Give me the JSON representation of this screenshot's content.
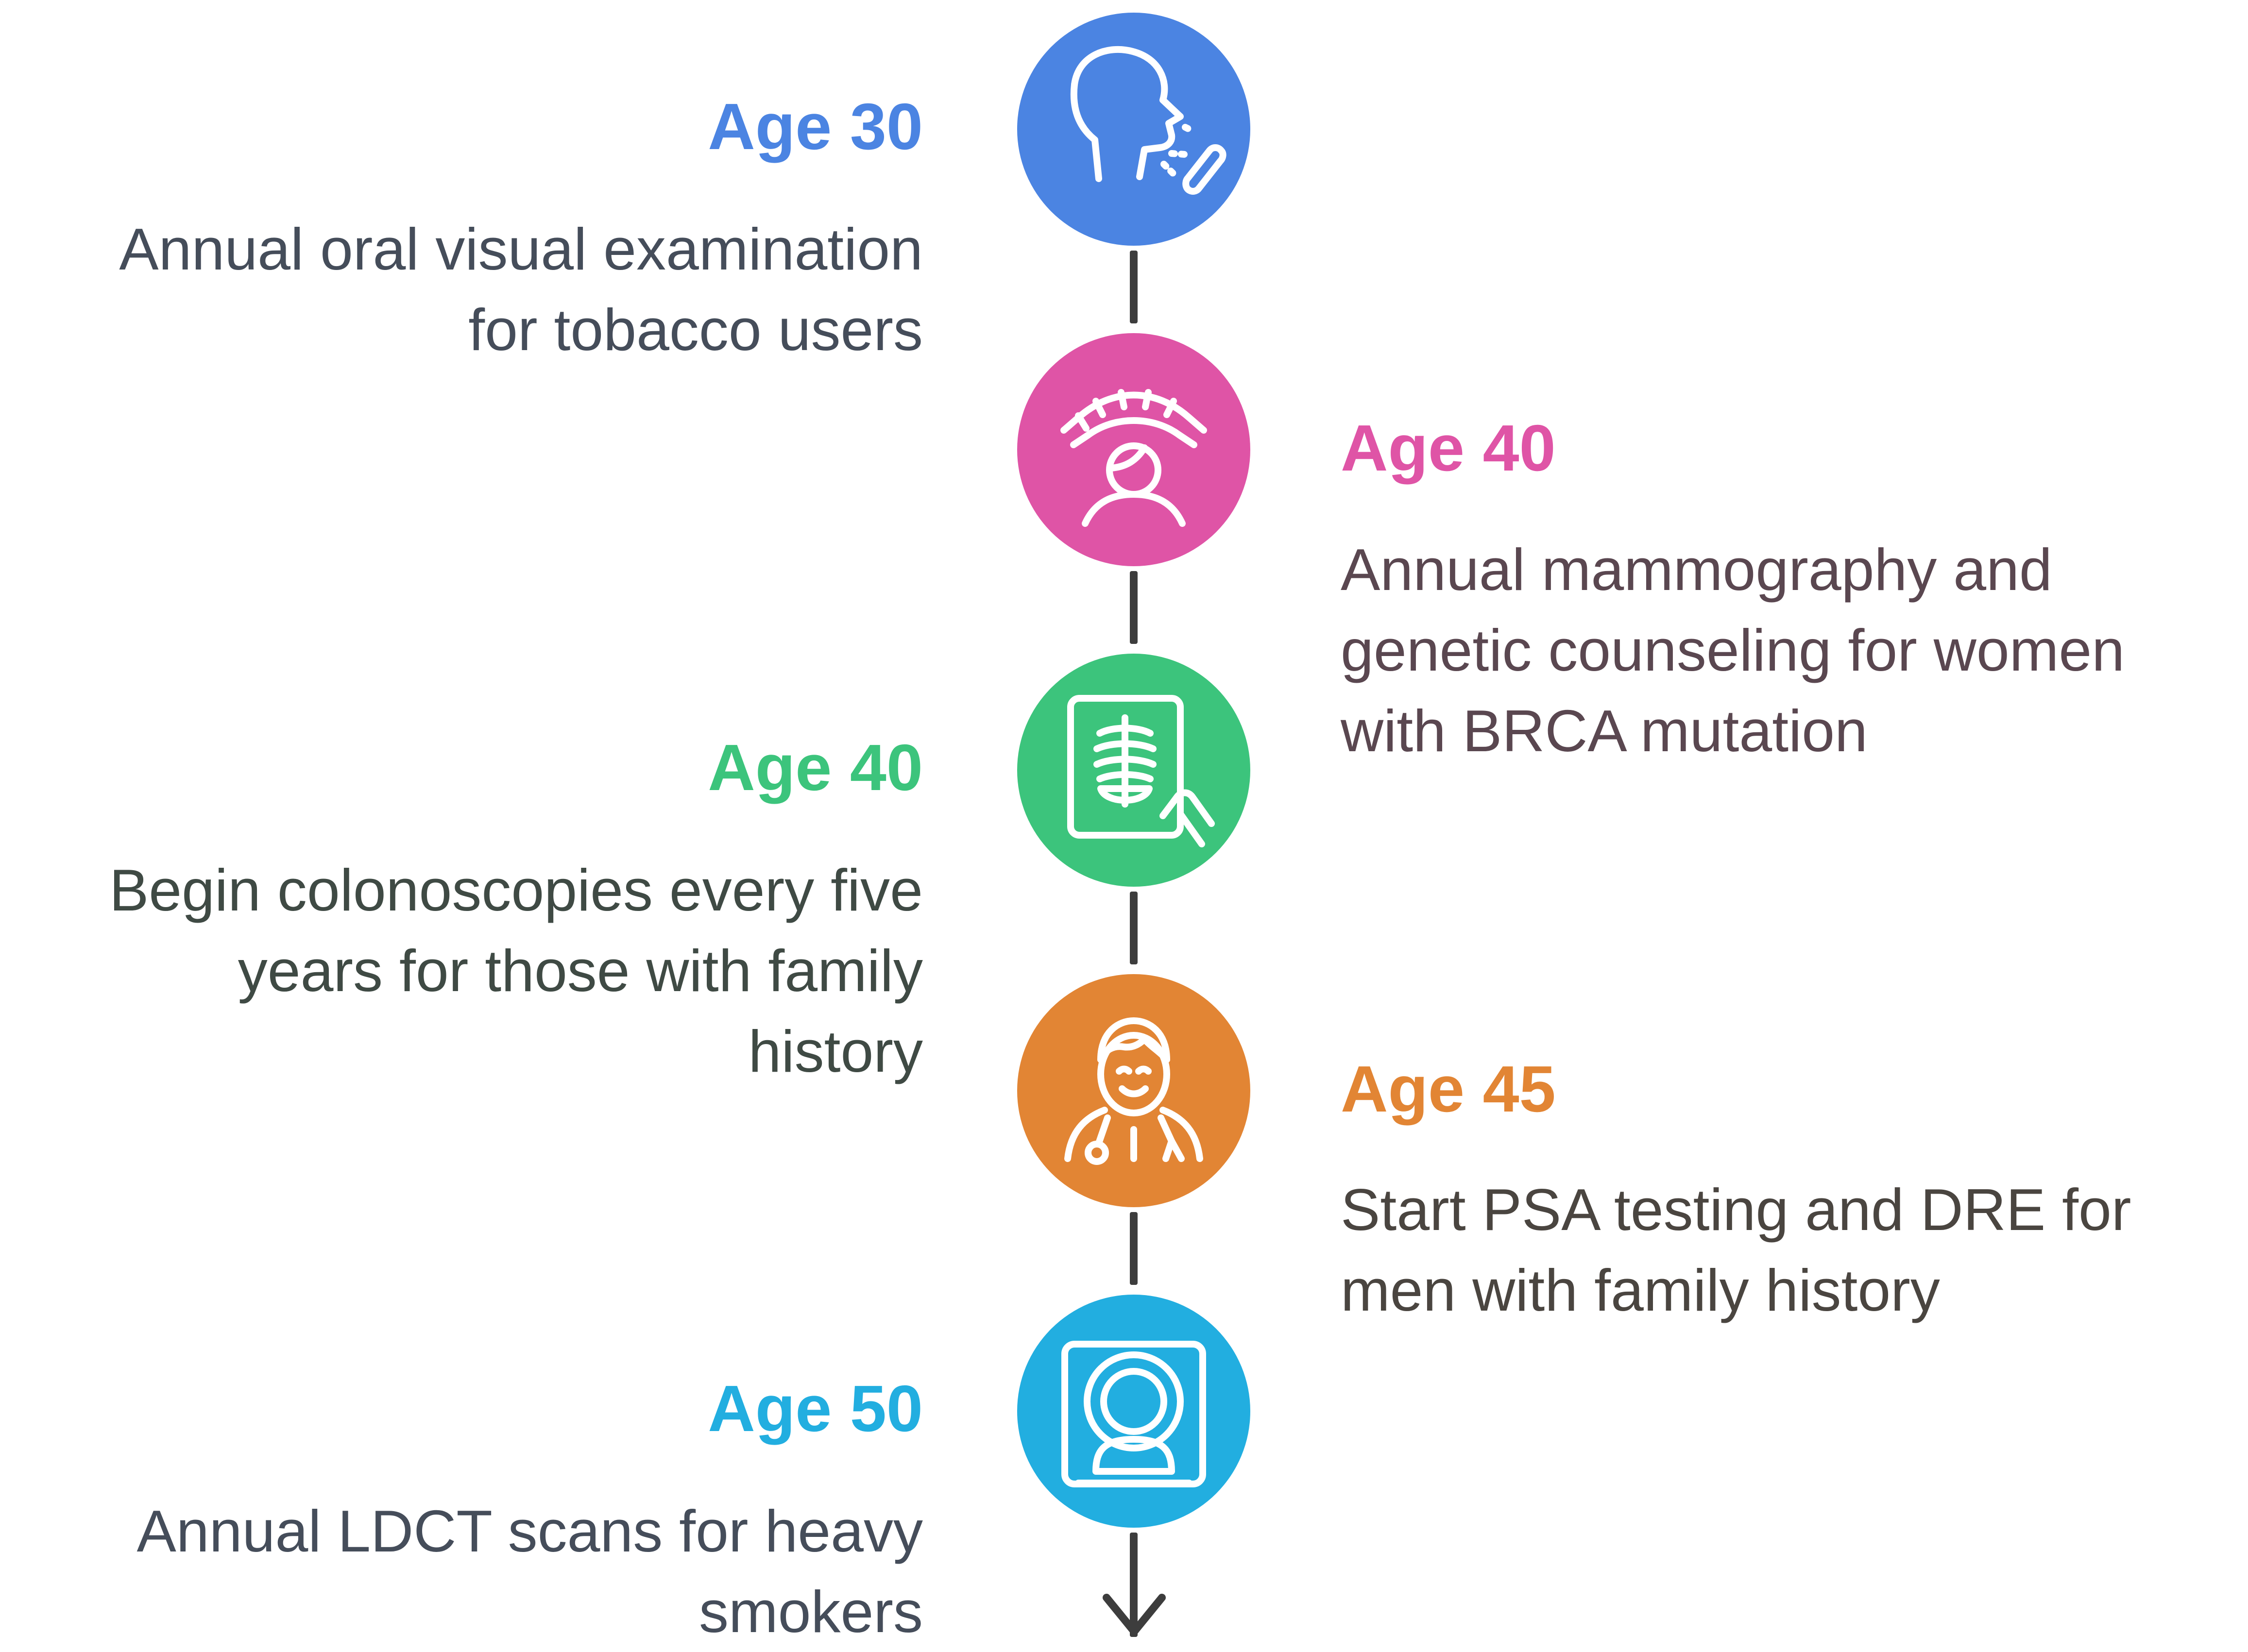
{
  "colors": {
    "blue": "#4b84e2",
    "pink": "#df54a6",
    "green": "#3cc47c",
    "orange": "#e28534",
    "cyan": "#22aee0",
    "connector": "#3d3d3d",
    "text": "#454d5a"
  },
  "steps": [
    {
      "age": "Age 30",
      "description_lines": [
        "Annual oral visual examination",
        "for tobacco users"
      ],
      "side": "left",
      "color": "#4b84e2",
      "icon": "oral-exam-icon"
    },
    {
      "age": "Age 40",
      "description_lines": [
        "Annual mammography and",
        "genetic counseling for women",
        "with BRCA mutation"
      ],
      "side": "right",
      "color": "#df54a6",
      "icon": "mammography-icon"
    },
    {
      "age": "Age 40",
      "description_lines": [
        "Begin colonoscopies every five",
        "years for those with family",
        "history"
      ],
      "side": "left",
      "color": "#3cc47c",
      "icon": "xray-tablet-icon"
    },
    {
      "age": "Age 45",
      "description_lines": [
        "Start PSA testing and DRE for",
        "men with family history"
      ],
      "side": "right",
      "color": "#e28534",
      "icon": "doctor-icon"
    },
    {
      "age": "Age 50",
      "description_lines": [
        "Annual LDCT scans for heavy",
        "smokers"
      ],
      "side": "left",
      "color": "#22aee0",
      "icon": "ct-scanner-icon"
    }
  ]
}
